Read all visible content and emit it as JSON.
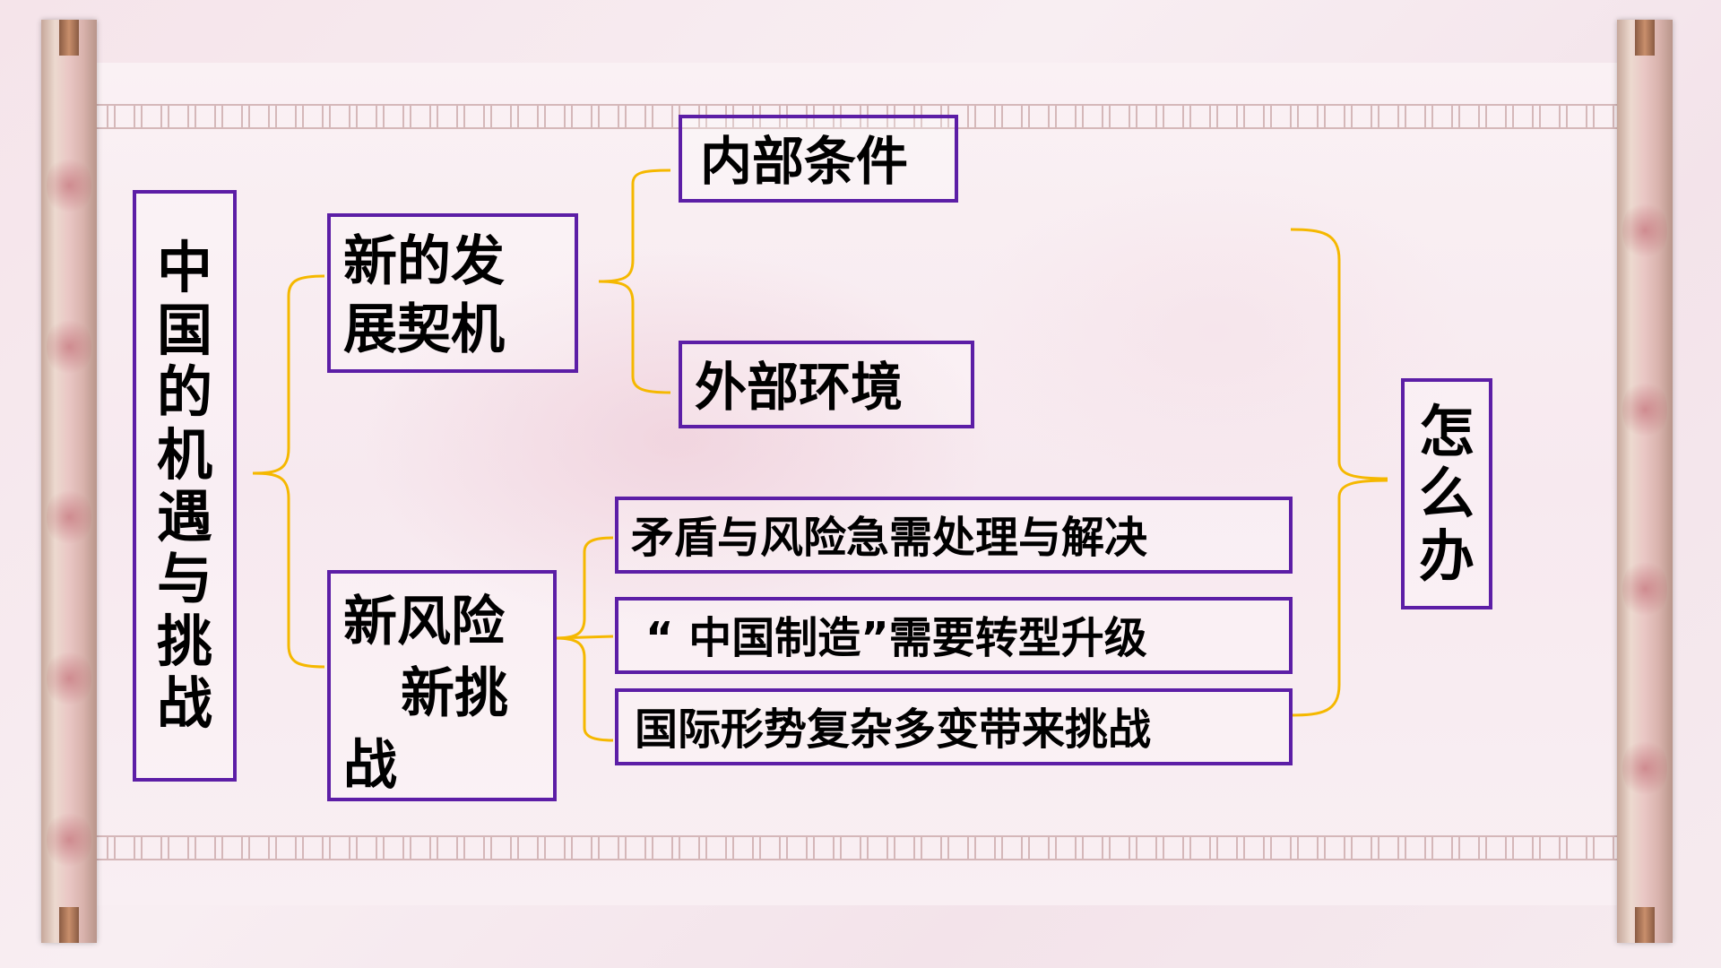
{
  "diagram": {
    "root": "中国的机遇与挑战",
    "branch_opportunity": {
      "label_line1": "新的发",
      "label_line2": "展契机",
      "children": [
        "内部条件",
        "外部环境"
      ]
    },
    "branch_risk": {
      "label_line1": "新风险",
      "label_line2": "新挑",
      "label_line3": "战",
      "children": [
        "矛盾与风险急需处理与解决",
        "“ 中国制造”需要转型升级",
        "国际形势复杂多变带来挑战"
      ]
    },
    "conclusion": "怎么办"
  },
  "colors": {
    "box_border": "#5c1ea6",
    "connector": "#f5b800"
  }
}
